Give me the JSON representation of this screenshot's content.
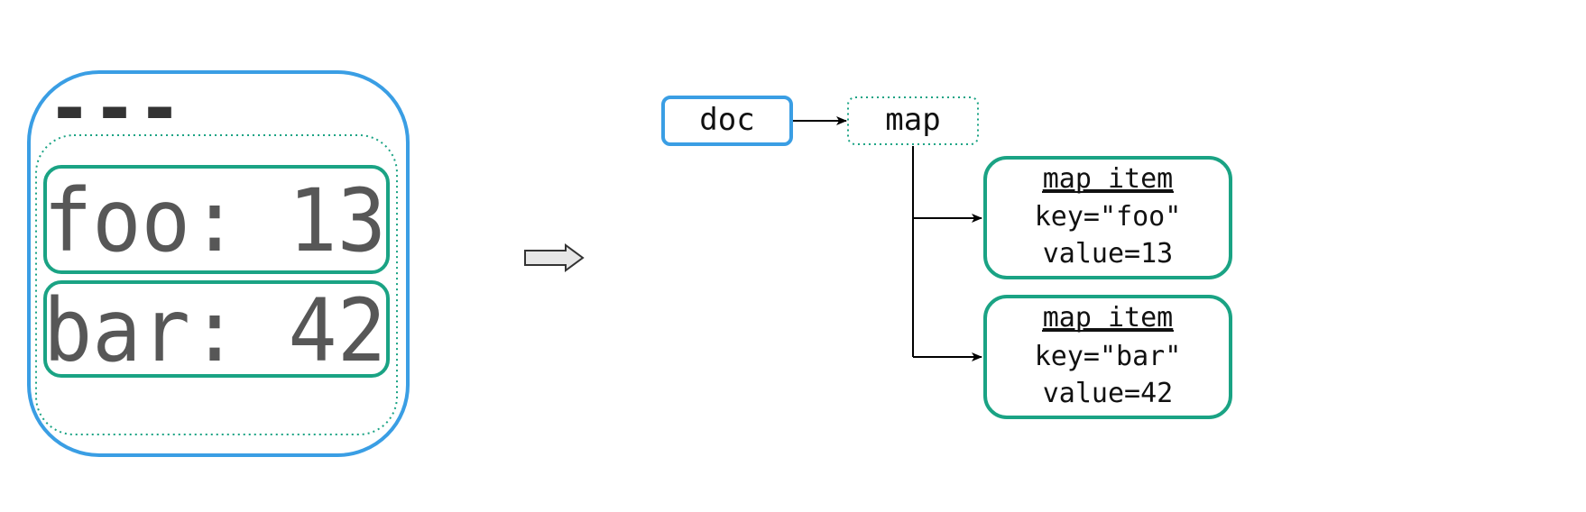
{
  "colors": {
    "doc_blue": "#3a9ee4",
    "item_green": "#1aa384",
    "text_gray": "#575757",
    "dash_dark": "#333333",
    "arrow_fill": "#e6e6e6",
    "line_black": "#000000"
  },
  "source": {
    "separator": "---",
    "lines": [
      "foo: 13",
      "bar: 42"
    ]
  },
  "transform_arrow": {
    "icon": "right-arrow-icon"
  },
  "tree": {
    "doc_label": "doc",
    "map_label": "map",
    "items": [
      {
        "title": "map item",
        "key": "key=\"foo\"",
        "value": "value=13"
      },
      {
        "title": "map item",
        "key": "key=\"bar\"",
        "value": "value=42"
      }
    ]
  }
}
